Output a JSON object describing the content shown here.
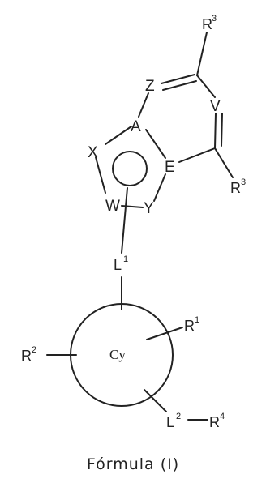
{
  "atoms": {
    "X": "X",
    "A": "A",
    "E": "E",
    "W": "W",
    "Y": "Y",
    "Z": "Z",
    "V": "V",
    "R3_top": "R",
    "R3_top_sup": "3",
    "R3_right": "R",
    "R3_right_sup": "3",
    "L1": "L",
    "L1_sup": "1",
    "R1": "R",
    "R1_sup": "1",
    "R2": "R",
    "R2_sup": "2",
    "L2": "L",
    "L2_sup": "2",
    "R4": "R",
    "R4_sup": "4"
  },
  "ring_label": "Cy",
  "caption": "Fórmula (I)"
}
